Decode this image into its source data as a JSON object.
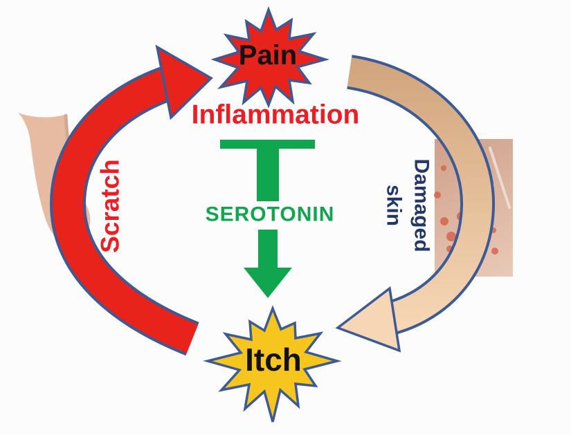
{
  "nodes": {
    "pain": {
      "label": "Pain"
    },
    "inflammation": {
      "label": "Inflammation"
    },
    "serotonin": {
      "label": "SEROTONIN"
    },
    "itch": {
      "label": "Itch"
    }
  },
  "arrows": {
    "scratch": {
      "label": "Scratch"
    },
    "damaged_skin": {
      "label_line1": "Damaged",
      "label_line2": "skin"
    }
  },
  "images": {
    "hand": "hand-scratching-photo",
    "skin": "damaged-skin-photo"
  },
  "colors": {
    "red": "#e7231b",
    "red_text": "#ee1c23",
    "green": "#10a650",
    "yellow": "#f7c61e",
    "tan_top": "#d0a47c",
    "tan_bottom": "#f6d6b4",
    "outline_blue": "#3c5a96",
    "navy_text": "#233769",
    "black_text": "#121212",
    "hand_skin": "#e6bba2",
    "hand_shadow": "#c99780",
    "photo_skin_dark": "#cfa089",
    "photo_skin_light": "#e9cab8",
    "rash_red": "#d4604b",
    "scratch_line": "#efe0d6"
  }
}
